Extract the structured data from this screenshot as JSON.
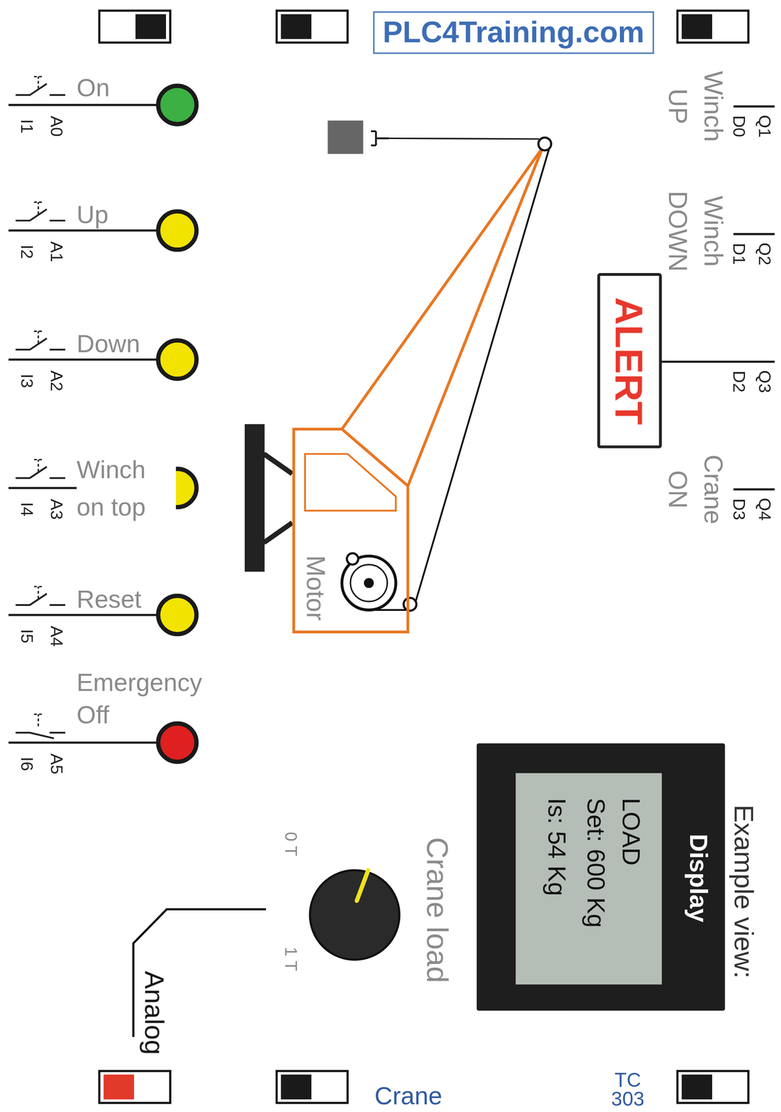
{
  "diagram": {
    "nodes": [
      {
        "text": [
          "PLC4Training.com"
        ]
      },
      {
        "text": [
          "Motor"
        ]
      },
      {
        "text": [
          "ALERT"
        ]
      },
      {
        "text": [
          "Example view:",
          "Display"
        ]
      },
      {
        "text": [
          "LOAD",
          "Set: 600 Kg",
          "Is: 54 Kg"
        ],
        "in": 3
      }
    ],
    "labels": [
      "On",
      "I1",
      "A0",
      "Up",
      "I2",
      "A1",
      "Down",
      "I3",
      "A2",
      "Winch on top",
      "I4",
      "A3",
      "Reset",
      "I5",
      "A4",
      "Emergency Off",
      "I6",
      "A5",
      "Winch UP",
      "Q1",
      "D0",
      "Winch DOWN",
      "Q2",
      "D1",
      "Q3",
      "D2",
      "Crane ON",
      "Q4",
      "D3",
      "Crane load",
      "0 T",
      "1 T",
      "Analog",
      "Crane",
      "TC 303"
    ]
  }
}
